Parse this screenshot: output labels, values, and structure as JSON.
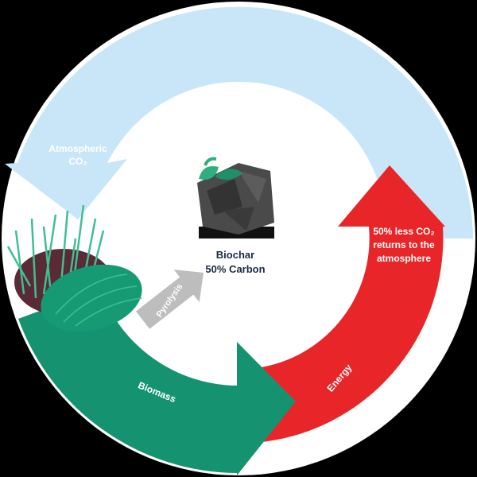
{
  "diagram": {
    "labels": {
      "atmospheric_line1": "Atmospheric",
      "atmospheric_line2": "CO₂",
      "biochar_line1": "Biochar",
      "biochar_line2": "50% Carbon",
      "returns_line1": "50% less CO₂",
      "returns_line2": "returns to the",
      "returns_line3": "atmosphere",
      "pyrolysis": "Pyrolysis",
      "biomass": "Biomass",
      "energy": "Energy"
    },
    "colors": {
      "background": "#000000",
      "disc": "#ffffff",
      "atmospheric_arrow": "#c8e6f8",
      "energy_arrow": "#e8262a",
      "biomass_arrow": "#159270",
      "pyrolysis_arrow": "#bdbdbd",
      "biochar": "#4a4a4a",
      "soil": "#5a2a36",
      "text_dark": "#1a2a44"
    }
  }
}
